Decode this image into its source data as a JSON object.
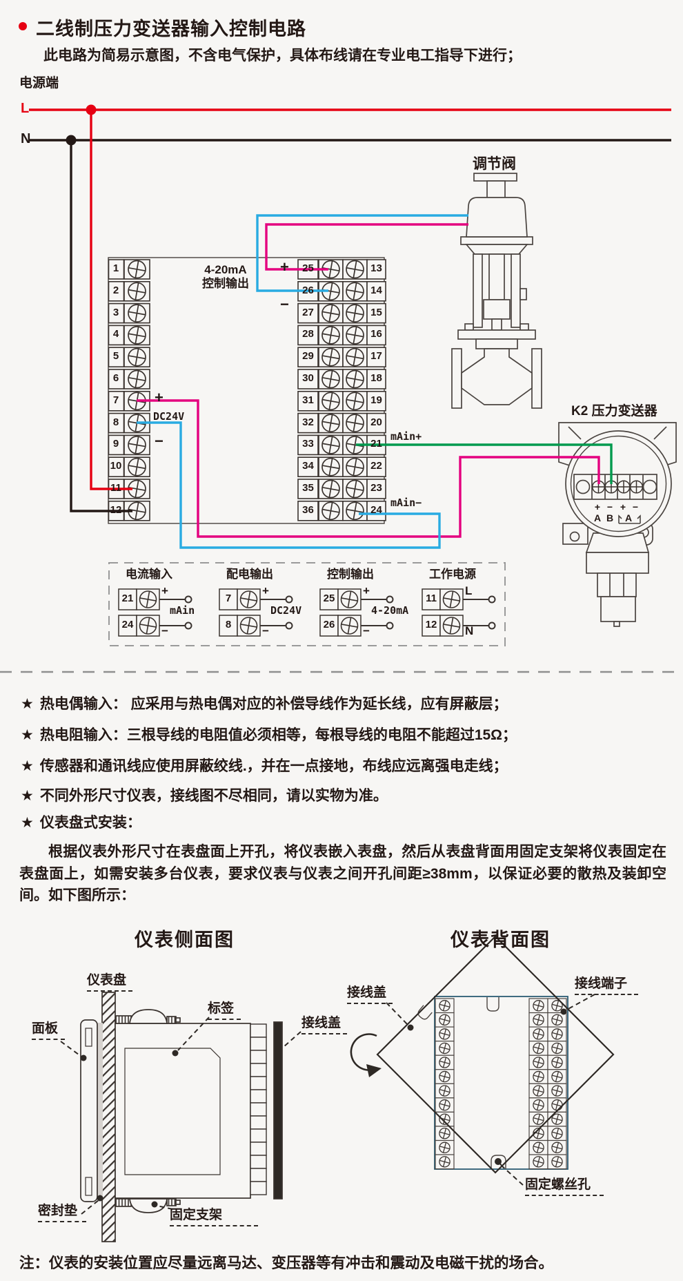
{
  "header": {
    "title": "二线制压力变送器输入控制电路",
    "subtitle": "此电路为简易示意图，不含电气保护，具体布线请在专业电工指导下进行；",
    "bullet_color": "#e60012"
  },
  "power": {
    "label": "电源端",
    "l": "L",
    "n": "N",
    "l_color": "#e60012",
    "n_color": "#231815"
  },
  "wiring": {
    "output_label_line1": "4-20mA",
    "output_label_line2": "控制输出",
    "plus": "+",
    "minus": "−",
    "dc24v": "DC24V",
    "main_plus": "mAin+",
    "main_minus": "mAin−",
    "left_terminals": [
      "1",
      "2",
      "3",
      "4",
      "5",
      "6",
      "7",
      "8",
      "9",
      "10",
      "11",
      "12"
    ],
    "right_inner_terminals": [
      "25",
      "26",
      "27",
      "28",
      "29",
      "30",
      "31",
      "32",
      "33",
      "34",
      "35",
      "36"
    ],
    "right_outer_terminals": [
      "13",
      "14",
      "15",
      "16",
      "17",
      "18",
      "19",
      "20",
      "21",
      "22",
      "23",
      "24"
    ],
    "wire_colors": {
      "live": "#e60012",
      "neutral": "#231815",
      "magenta": "#e4007f",
      "blue": "#29abe2",
      "green": "#009a4e"
    }
  },
  "valve": {
    "label": "调节阀"
  },
  "transmitter": {
    "label": "K2 压力变送器",
    "signs": [
      "+",
      "−",
      "+",
      "−"
    ],
    "pins": [
      "A",
      "B",
      "A"
    ]
  },
  "legend": {
    "groups": [
      {
        "title": "电流输入",
        "center_label": "mAin",
        "rows": [
          {
            "num": "21",
            "sign": "+"
          },
          {
            "num": "24",
            "sign": "−"
          }
        ]
      },
      {
        "title": "配电输出",
        "center_label": "DC24V",
        "rows": [
          {
            "num": "7",
            "sign": "+"
          },
          {
            "num": "8",
            "sign": "−"
          }
        ]
      },
      {
        "title": "控制输出",
        "center_label": "4-20mA",
        "rows": [
          {
            "num": "25",
            "sign": "+"
          },
          {
            "num": "26",
            "sign": "−"
          }
        ]
      },
      {
        "title": "工作电源",
        "center_label": "",
        "rows": [
          {
            "num": "11",
            "sign": "L"
          },
          {
            "num": "12",
            "sign": "N"
          }
        ]
      }
    ]
  },
  "notes": {
    "star": "★",
    "bullets": [
      "热电偶输入： 应采用与热电偶对应的补偿导线作为延长线，应有屏蔽层；",
      "热电阻输入：三根导线的电阻值必须相等，每根导线的电阻不能超过15Ω；",
      "传感器和通讯线应使用屏蔽绞线.，并在一点接地，布线应远离强电走线；",
      "不同外形尺寸仪表，接线图不尽相同，请以实物为准。",
      "仪表盘式安装："
    ],
    "paragraph": "根据仪表外形尺寸在表盘面上开孔，将仪表嵌入表盘，然后从表盘背面用固定支架将仪表固定在表盘面上，如需安装多台仪表，要求仪表与仪表之间开孔间距≥38mm，以保证必要的散热及装卸空间。如下图所示："
  },
  "install": {
    "side_title": "仪表侧面图",
    "back_title": "仪表背面图",
    "side_labels": {
      "panel_board": "仪表盘",
      "front_panel": "面板",
      "tag": "标签",
      "wiring_cover": "接线盖",
      "gasket": "密封垫",
      "bracket": "固定支架"
    },
    "back_labels": {
      "wiring_cover": "接线盖",
      "terminals": "接线端子",
      "screw_hole": "固定螺丝孔"
    }
  },
  "footer_note": "注：仪表的安装位置应尽量远离马达、变压器等有冲击和震动及电磁干扰的场合。"
}
